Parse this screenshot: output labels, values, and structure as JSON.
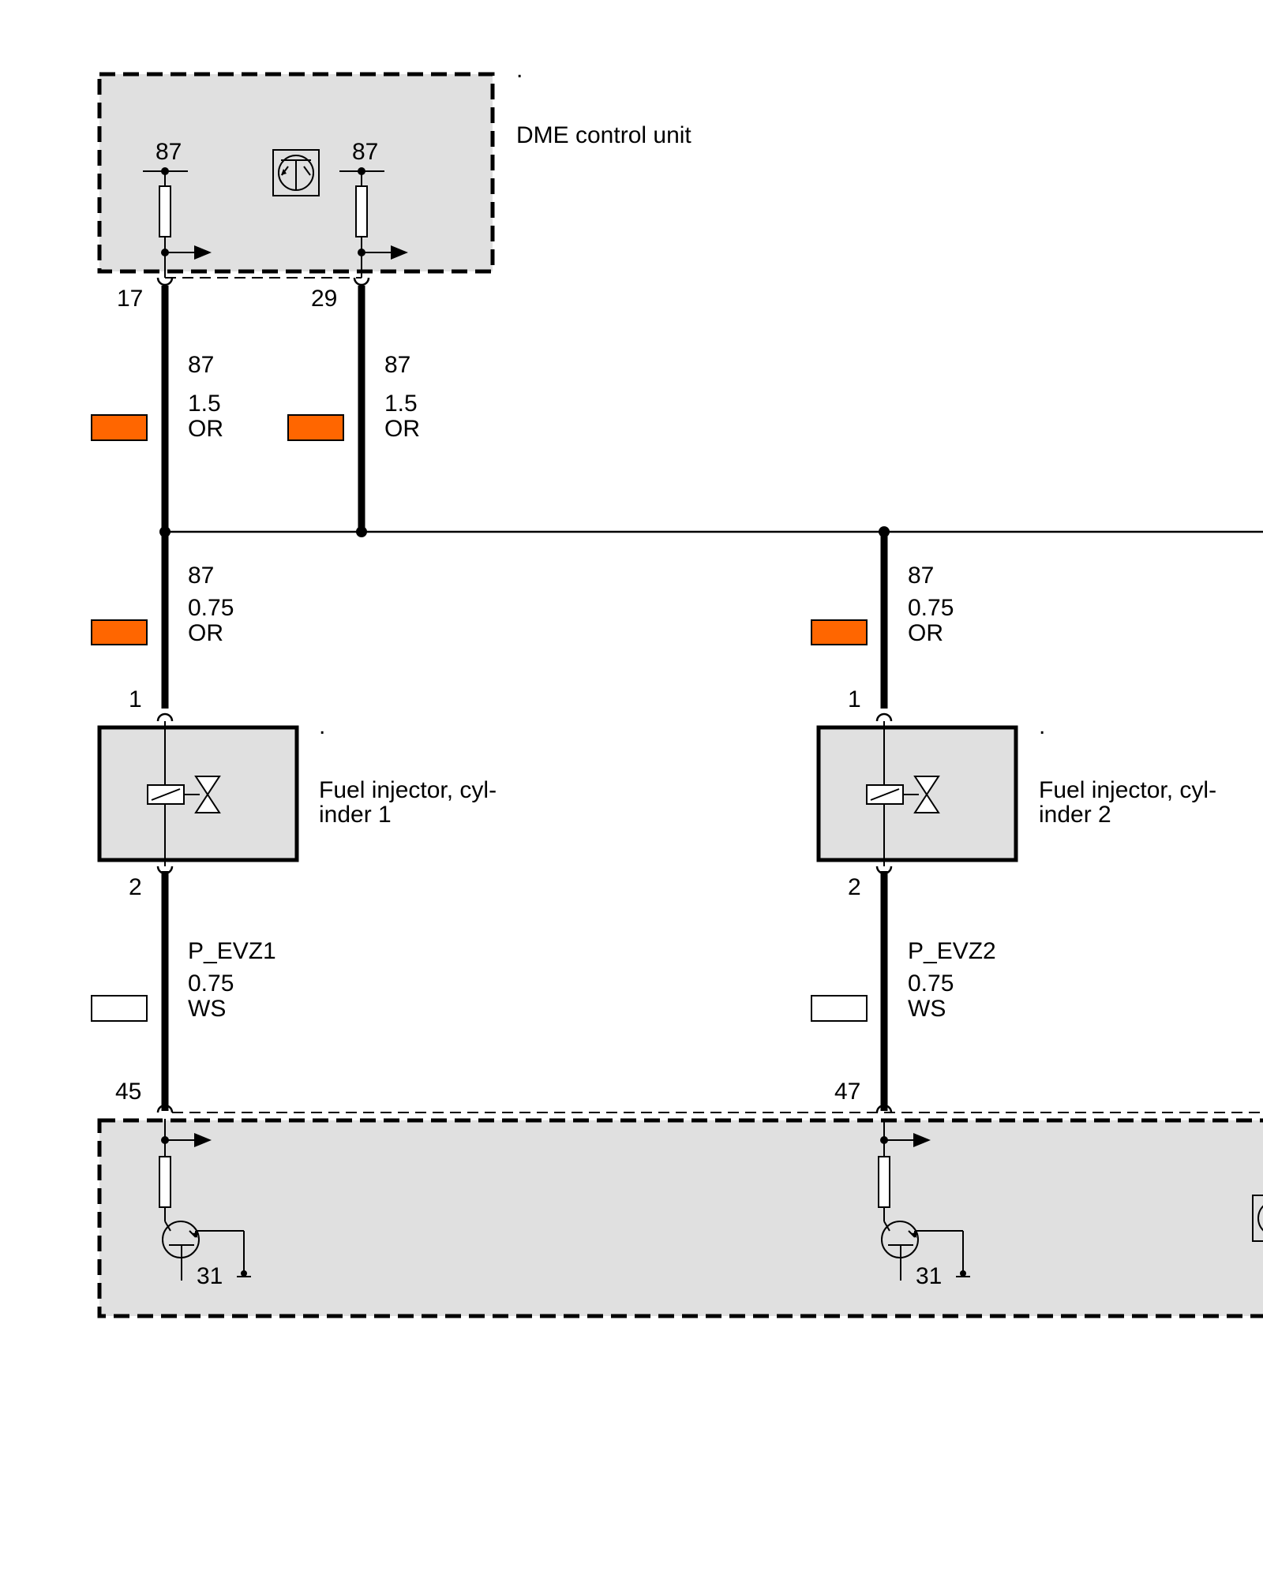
{
  "dme_unit": {
    "label": "DME control unit",
    "dot": ".",
    "pins": [
      {
        "terminal": "87",
        "pin": "17"
      },
      {
        "terminal": "87",
        "pin": "29"
      }
    ]
  },
  "upper_wires": [
    {
      "signal": "87",
      "size": "1.5",
      "color_code": "OR",
      "swatch_color": "#ff6600"
    },
    {
      "signal": "87",
      "size": "1.5",
      "color_code": "OR",
      "swatch_color": "#ff6600"
    }
  ],
  "injectors": [
    {
      "label_line1": "Fuel injector, cyl-",
      "label_line2": "inder 1",
      "dot": ".",
      "pin_top": "1",
      "pin_bottom": "2",
      "supply_wire": {
        "signal": "87",
        "size": "0.75",
        "color_code": "OR",
        "swatch_color": "#ff6600"
      },
      "control_wire": {
        "signal": "P_EVZ1",
        "size": "0.75",
        "color_code": "WS",
        "swatch_color": "#ffffff"
      },
      "dme_pin": "45",
      "ground": "31"
    },
    {
      "label_line1": "Fuel injector, cyl-",
      "label_line2": "inder 2",
      "dot": ".",
      "pin_top": "1",
      "pin_bottom": "2",
      "supply_wire": {
        "signal": "87",
        "size": "0.75",
        "color_code": "OR",
        "swatch_color": "#ff6600"
      },
      "control_wire": {
        "signal": "P_EVZ2",
        "size": "0.75",
        "color_code": "WS",
        "swatch_color": "#ffffff"
      },
      "dme_pin": "47",
      "ground": "31"
    }
  ]
}
